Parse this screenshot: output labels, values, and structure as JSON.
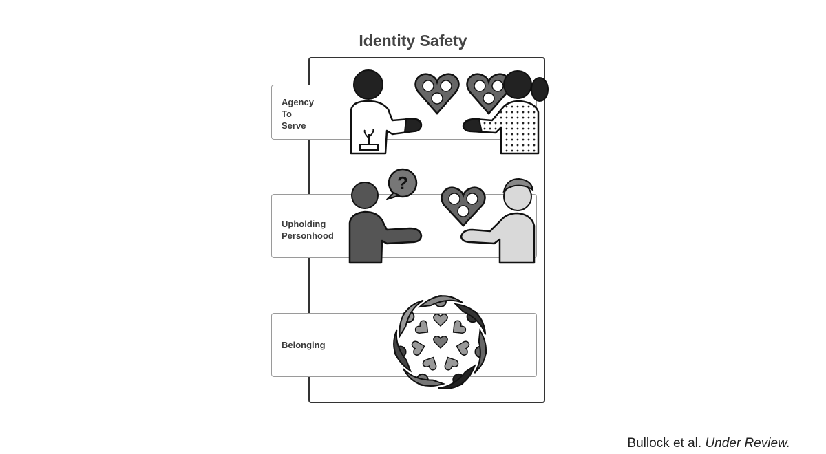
{
  "title": "Identity Safety",
  "rows": [
    {
      "lines": [
        "Agency",
        "To",
        "Serve"
      ]
    },
    {
      "lines": [
        "Upholding",
        "Personhood"
      ]
    },
    {
      "lines": [
        "Belonging"
      ]
    }
  ],
  "citation": {
    "authors": "Bullock et al.",
    "status": "Under Review."
  },
  "colors": {
    "ink": "#222222",
    "dark_gray": "#555555",
    "mid_gray": "#888888",
    "light_gray": "#d9d9d9",
    "frame": "#333333"
  },
  "icons": {
    "row1": [
      "person-dark-icon",
      "sprout-pot-icon",
      "heart-values-icon",
      "heart-values-icon",
      "person-patterned-shirt-icon"
    ],
    "row2": [
      "person-gray-icon",
      "question-bubble-icon",
      "heart-values-icon",
      "person-light-icon"
    ],
    "row3": [
      "circle-of-people-icon",
      "heart-icon"
    ]
  }
}
